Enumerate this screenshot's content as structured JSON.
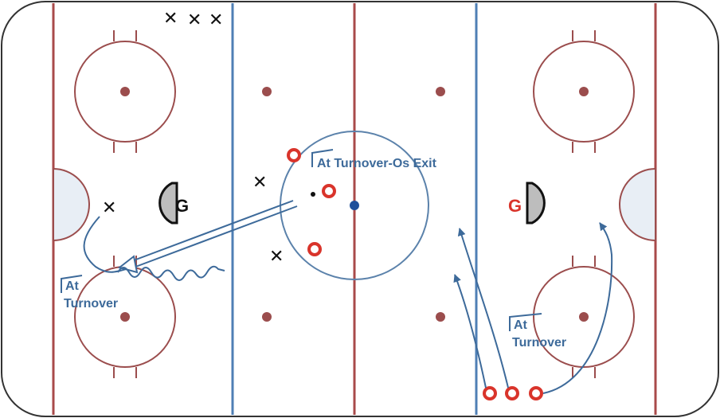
{
  "players_x": [
    "✕",
    "✕",
    "✕",
    "✕",
    "✕",
    "✕"
  ],
  "players_o_count": 6,
  "goalies": [
    {
      "label": "G",
      "color": "#111111"
    },
    {
      "label": "G",
      "color": "#d9342b"
    }
  ],
  "labels": {
    "center": "At Turnover-Os Exit",
    "left": [
      "At",
      "Turnover"
    ],
    "right": [
      "At",
      "Turnover"
    ]
  },
  "colors": {
    "board": "#333333",
    "red_line": "#a84a4a",
    "blue_line": "#4f7fb5",
    "circle": "#9b4d4d",
    "center_circle": "#5b82ab",
    "dot": "#9b4d4d",
    "center_dot": "#1f4f9a",
    "crease": "#e8eef5",
    "arrow": "#3d6a9a",
    "o_player": "#d9342b",
    "x_player": "#111111"
  },
  "icons": {
    "goalie_left": "goalie-crease-icon",
    "goalie_right": "goalie-crease-icon"
  }
}
